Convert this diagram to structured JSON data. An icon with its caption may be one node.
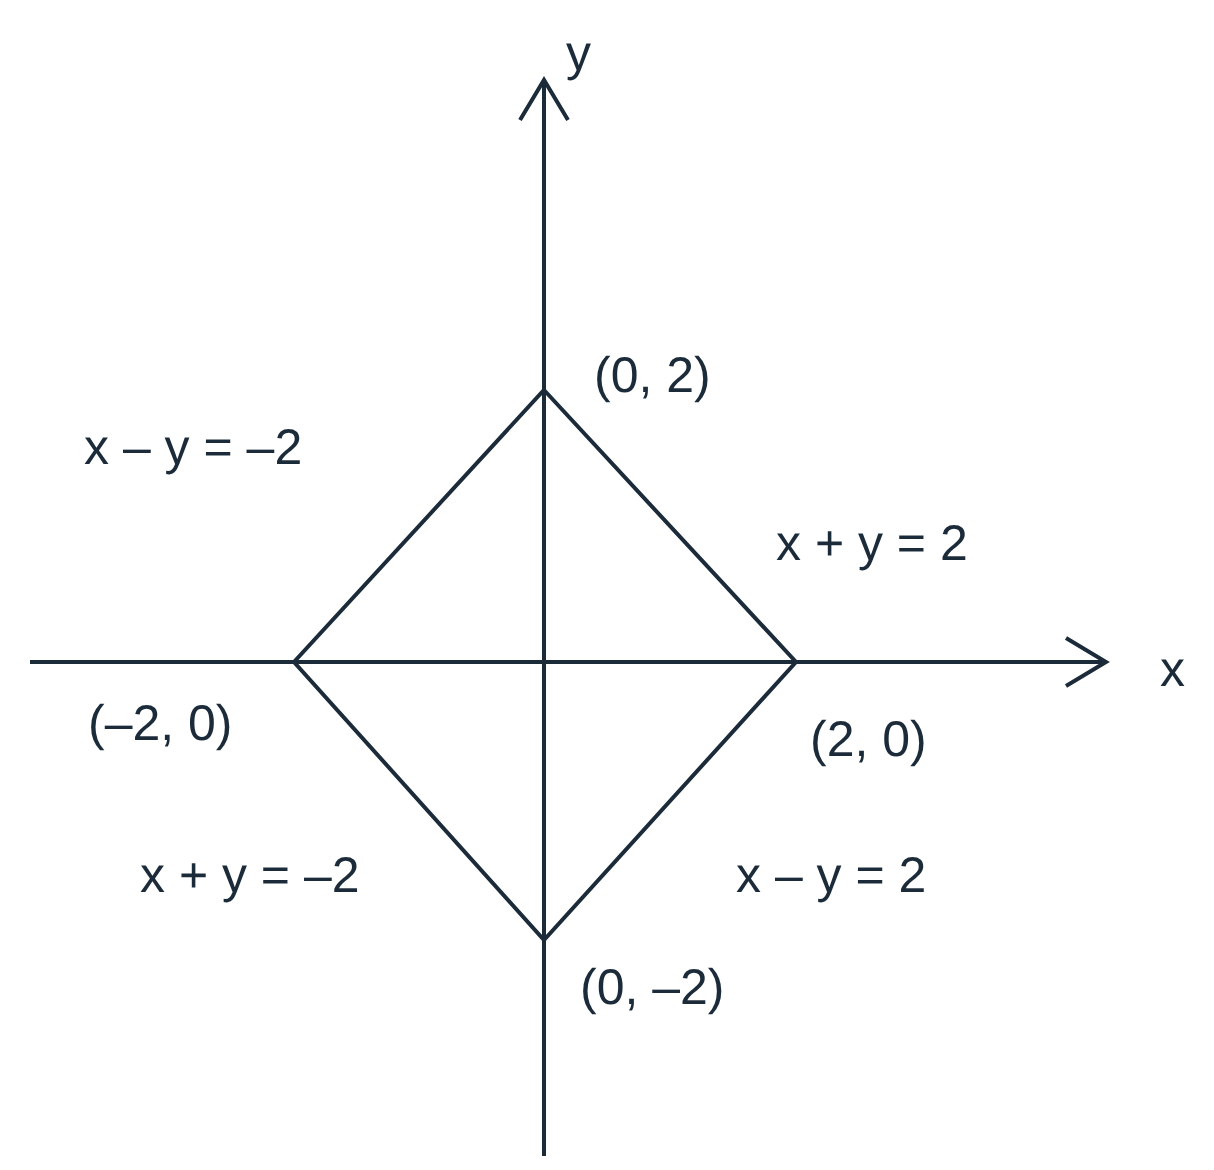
{
  "diagram": {
    "labels": [
      "y",
      "(0, 2)",
      "x – y = –2",
      "x + y = 2",
      "x",
      "(–2, 0)",
      "(2, 0)",
      "x + y = –2",
      "x – y = 2",
      "(0, –2)"
    ]
  }
}
